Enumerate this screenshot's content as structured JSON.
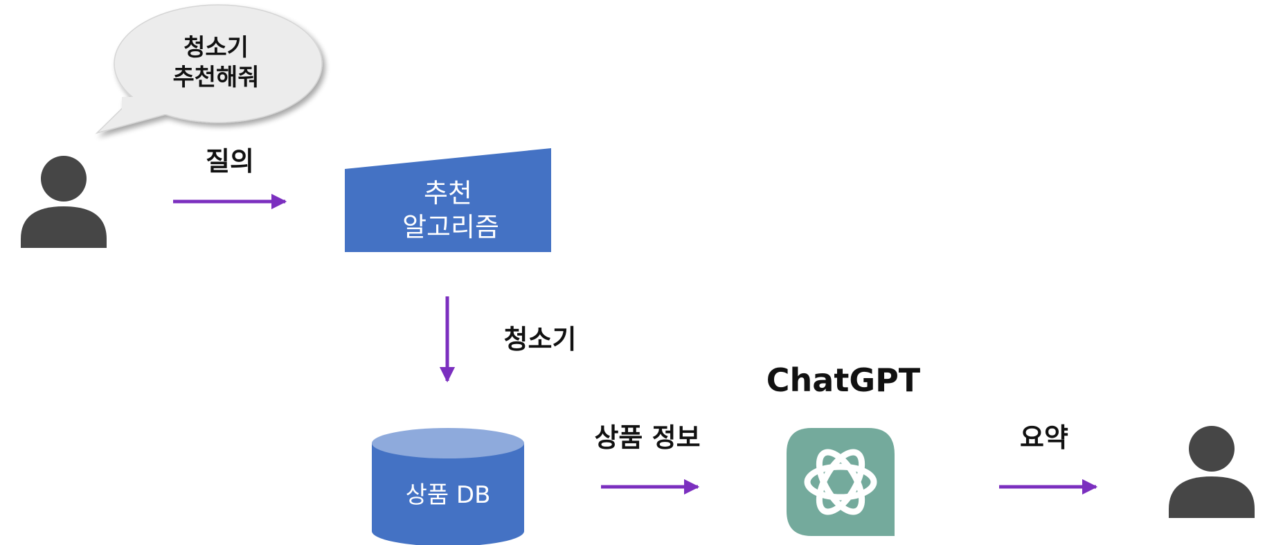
{
  "speech": {
    "line1": "청소기",
    "line2": "추천해줘"
  },
  "labels": {
    "query": "질의",
    "algo_line1": "추천",
    "algo_line2": "알고리즘",
    "vacuum": "청소기",
    "db": "상품 DB",
    "product_info": "상품 정보",
    "chatgpt": "ChatGPT",
    "summary": "요약"
  },
  "colors": {
    "arrow": "#7b2fbf",
    "block": "#4472c4",
    "db_top": "#8eaadc",
    "person": "#464646",
    "bubble": "#ececec",
    "logo_bg": "#74aa9c"
  },
  "icons": {
    "user_left": "person-icon",
    "user_right": "person-icon",
    "logo": "openai-logo-icon"
  }
}
